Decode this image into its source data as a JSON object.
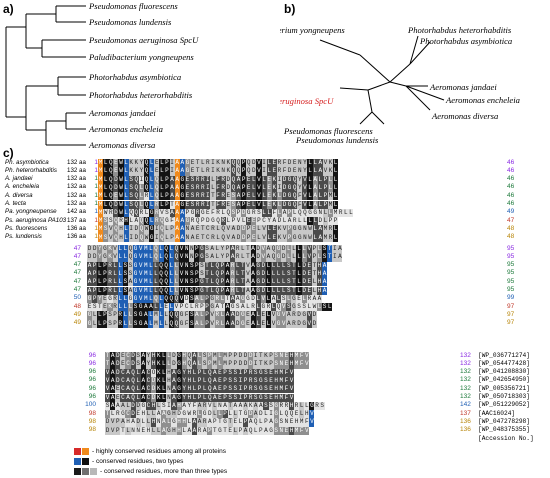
{
  "panels": {
    "a": "a)",
    "b": "b)",
    "c": "c)"
  },
  "tree_a": {
    "taxa": [
      "Pseudomonas fluorescens",
      "Pseudomonas lundensis",
      "Pseudomonas aeruginosa SpcU",
      "Paludibacterium yongneupens",
      "Photorhabdus asymbiotica",
      "Photorhabdus heterorhabditis",
      "Aeromonas jandaei",
      "Aeromonas encheleia",
      "Aeromonas diversa"
    ]
  },
  "tree_b": {
    "taxa": [
      "Paludibacterium yongneupens",
      "Photorhabdus heterorhabditis",
      "Photorhabdus asymbiotica",
      "Aeromonas jandaei",
      "Aeromonas encheleia",
      "Aeromonas diversa",
      "Pseudomonas aeruginosa SpcU",
      "Pseudomonas fluorescens",
      "Pseudomonas lundensis"
    ],
    "highlight_color": "#d62020"
  },
  "alignment": {
    "rows": [
      {
        "name": "Ph. asymbiotica",
        "len": "132 aa",
        "color": "#8a2be2",
        "s1": "1",
        "q1": "MLQEWLKKYQLELPIAAGETLRIKNKQQPQDVILERFDENYLLAVKL",
        "e1": "46",
        "s2": "47",
        "q2": "DDYGKVLLQGVMLQLQLQVNNPGSALYPARLTADVAQGDLLLLVPLSTIA",
        "e2": "95",
        "s3": "96",
        "q3": "TADECDSAYHKLLDGHQALSPMLMPPDDDITKPSNEHMFV",
        "e3": "132",
        "acc": "[WP_036771274]"
      },
      {
        "name": "Ph. heterorhabditis",
        "len": "132 aa",
        "color": "#8a2be2",
        "s1": "1",
        "q1": "MLQEWLKKYQLELPIAAGETLRIKNKQQPQDVILERFDENYLLAVKL",
        "e1": "46",
        "s2": "47",
        "q2": "DDYGKVLLQGVMLQLQLQVNNPGSALYPARLTADVAQGDLLLLVPLSTIA",
        "e2": "95",
        "s3": "96",
        "q3": "TADECDSAYHKLLDGHQALSPMLMPPDDDITKPSNEHMFV",
        "e3": "132",
        "acc": "[WP_054477428]"
      },
      {
        "name": "A. jandaei",
        "len": "132 aa",
        "color": "#1e7a3c",
        "s1": "1",
        "q1": "MLQDWLSQIQLQLPAAGESRRILFRDQAPELVLEKIDGQYVLALPLL",
        "e1": "46",
        "s2": "47",
        "q2": "APLPRLLSSGVMLLQQLLVNSPSTLQPARLTVAGDLLLLSTLDETHA",
        "e2": "95",
        "s3": "96",
        "q3": "VADCAQLACOKLHAGYHLPLQAEPSSIPRSGSEHMFV",
        "e3": "132",
        "acc": "[WP_041208830]"
      },
      {
        "name": "A. encheleia",
        "len": "132 aa",
        "color": "#1e7a3c",
        "s1": "1",
        "q1": "MLQDWLSQLQLQLPAAGESRRILFRDQAPELVLEKIDGQYVLALPLL",
        "e1": "46",
        "s2": "47",
        "q2": "APLPRLLSSGVMLLQQLLVNSPSTLQPARLTVAGDLLLLSTLDETHA",
        "e2": "95",
        "s3": "96",
        "q3": "VADCAQLACDKLHAGYHLPLQAEPSSIPRSGSEHMFV",
        "e3": "132",
        "acc": "[WP_042654950]"
      },
      {
        "name": "A. diversa",
        "len": "132 aa",
        "color": "#1e7a3c",
        "s1": "1",
        "q1": "MLQEWLSQLRLQLPAAGESRRITFRESAPELVLEKLDGQFVLALPML",
        "e1": "46",
        "s2": "47",
        "q2": "APLPRLLSAGVMLLQQLLVNSPGTLQPARLTAAGDLLLLSTLDELHA",
        "e2": "95",
        "s3": "96",
        "q3": "VAECAQLACDKLNAGYHLPLQAEPSSIPRSGSEHMFV",
        "e3": "132",
        "acc": "[WP_005356721]"
      },
      {
        "name": "A. tecta",
        "len": "132 aa",
        "color": "#1e7a3c",
        "s1": "1",
        "q1": "MLQDWLSQLQLRLPTAGESRRITFRESAPELVLEKLDGQFVLALPML",
        "e1": "46",
        "s2": "47",
        "q2": "APLPRLLSAGVMLLQQLLVNSPGTLQPARLTAAGDLLLLSTLDELHA",
        "e2": "95",
        "s3": "96",
        "q3": "VAECAQLACDKLNAGYHLPLQAEPSSIPRSGSEHMFV",
        "e3": "132",
        "acc": "[WP_050718303]"
      },
      {
        "name": "Pa. yongneupense",
        "len": "142 aa",
        "color": "#1f5fb4",
        "s1": "1",
        "q1": "MWRDWLQQRLGRVSAAAPGRGEFRLQSPDGRSLLFLAPLQQGGNLLMRLL",
        "e1": "49",
        "s2": "50",
        "q2": "GPYEGRLLGGVMLQLQQQVDSALPGRLTAAGGDLVLALSLGELRAA",
        "e2": "99",
        "s3": "100",
        "q3": "SAAALDDGCHLSIAHAYFARVLNATAAAKAASSGRRHRLLGRS",
        "e3": "142",
        "acc": "[WP_051229052]"
      },
      {
        "name": "Ps. aeruginosa PA103",
        "len": "137 aa",
        "color": "#c0392b",
        "s1": "1",
        "q1": "MSSQRHLAQQLRQGFAAGRQPDGQRLPVLEEPCYADLARLLLLDLPP",
        "e1": "47",
        "s2": "48",
        "q2": "ESTEKRLLLSGAALLELVPCLRPPGATAGSALRLGRLQVSGSSLWLSL",
        "e2": "97",
        "s3": "98",
        "q3": "TLRGCDEHLLAAGHDGWRLGDLLPLLTGDADLIGLQQELHV",
        "e3": "137",
        "acc": "[AAC16024]"
      },
      {
        "name": "Ps. fluorescens",
        "len": "136 aa",
        "color": "#b8860b",
        "s1": "1",
        "q1": "MSVQHLIDQWGIQLPAANAETCRLQVADDPELVLEKVPGGNWLAMRL",
        "e1": "48",
        "s2": "49",
        "q2": "GLLPSPRLLSGALMLLQQGFSALPVRLAADGEALELVGVARDGVD",
        "e2": "97",
        "s3": "98",
        "q3": "DVPAHADLLHNALGHHLAARAPTGTELPAQLPAGSNEHMFV",
        "e3": "136",
        "acc": "[WP_047278298]"
      },
      {
        "name": "Ps. lundensis",
        "len": "136 aa",
        "color": "#b8860b",
        "s1": "1",
        "q1": "MSVQHLIDQWGIQLPAANAETCRLQVADDPELVLEKVPGGNWLAMRL",
        "e1": "48",
        "s2": "49",
        "q2": "GLLPSPRLLSGALMLLQQGFSALPVRLAADGEALELVGVARDGVD",
        "e2": "97",
        "s3": "98",
        "q3": "DVPTLNNEHLLAGHHLAARAPTGTELPAQLPAGSNEHMFV",
        "e3": "136",
        "acc": "[WP_048375355]"
      }
    ],
    "accession_footer": "[Accession No.]"
  },
  "legend": {
    "items": [
      {
        "label": "- highly conserved residues among all proteins",
        "colors": [
          "#d62a2a",
          "#f08a1c"
        ]
      },
      {
        "label": "- conserved residues, two types",
        "colors": [
          "#1f5fb4",
          "#101010"
        ]
      },
      {
        "label": "- conserved residues, more than three types",
        "colors": [
          "#1a1a1a",
          "#707070",
          "#b8b8b8"
        ]
      }
    ]
  },
  "palette": {
    "red": "#d62a2a",
    "orange": "#f08a1c",
    "blue": "#1f5fb4",
    "black": "#141414",
    "dark": "#4a4a4a",
    "mid": "#8f8f8f",
    "light": "#c8c8c8",
    "pale": "#e4e4e4"
  }
}
